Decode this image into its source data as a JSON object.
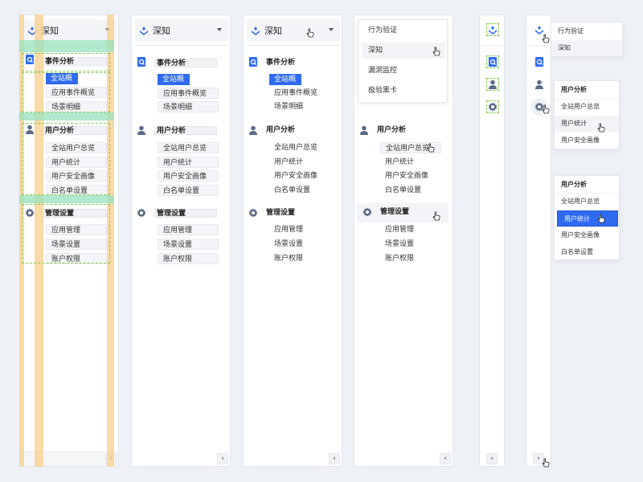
{
  "brand": {
    "name": "深知"
  },
  "groups": [
    {
      "title": "事件分析",
      "icon": "search-doc-icon",
      "items": [
        "全站概况",
        "应用事件概览",
        "场景明细"
      ]
    },
    {
      "title": "用户分析",
      "icon": "user-icon",
      "items": [
        "全站用户总览",
        "用户统计",
        "用户安全画像",
        "白名单设置"
      ]
    },
    {
      "title": "管理设置",
      "icon": "gear-icon",
      "items": [
        "应用管理",
        "场景设置",
        "账户权限"
      ]
    }
  ],
  "active_item": "全站概况",
  "product_dropdown": {
    "items": [
      "行为验证",
      "深知",
      "漏洞监控",
      "极验黑卡"
    ],
    "hovered": "深知"
  },
  "brand_flyout": {
    "items": [
      "行为验证",
      "深知"
    ]
  },
  "user_flyout_hover": {
    "title": "用户分析",
    "items": [
      "全站用户总览",
      "用户统计",
      "用户安全画像"
    ],
    "hovered": "用户统计"
  },
  "user_flyout_active": {
    "title": "用户分析",
    "items": [
      "全站用户总览",
      "用户统计",
      "用户安全画像",
      "白名单设置"
    ],
    "active": "用户统计"
  },
  "collapse_glyph": "‹",
  "expand_glyph": "›",
  "colors": {
    "accent": "#2f6bf0",
    "guide_column": "#f8cd8a",
    "guide_row": "#96e1be",
    "dashed_outline": "#85c94c",
    "background": "#eef1f6"
  }
}
